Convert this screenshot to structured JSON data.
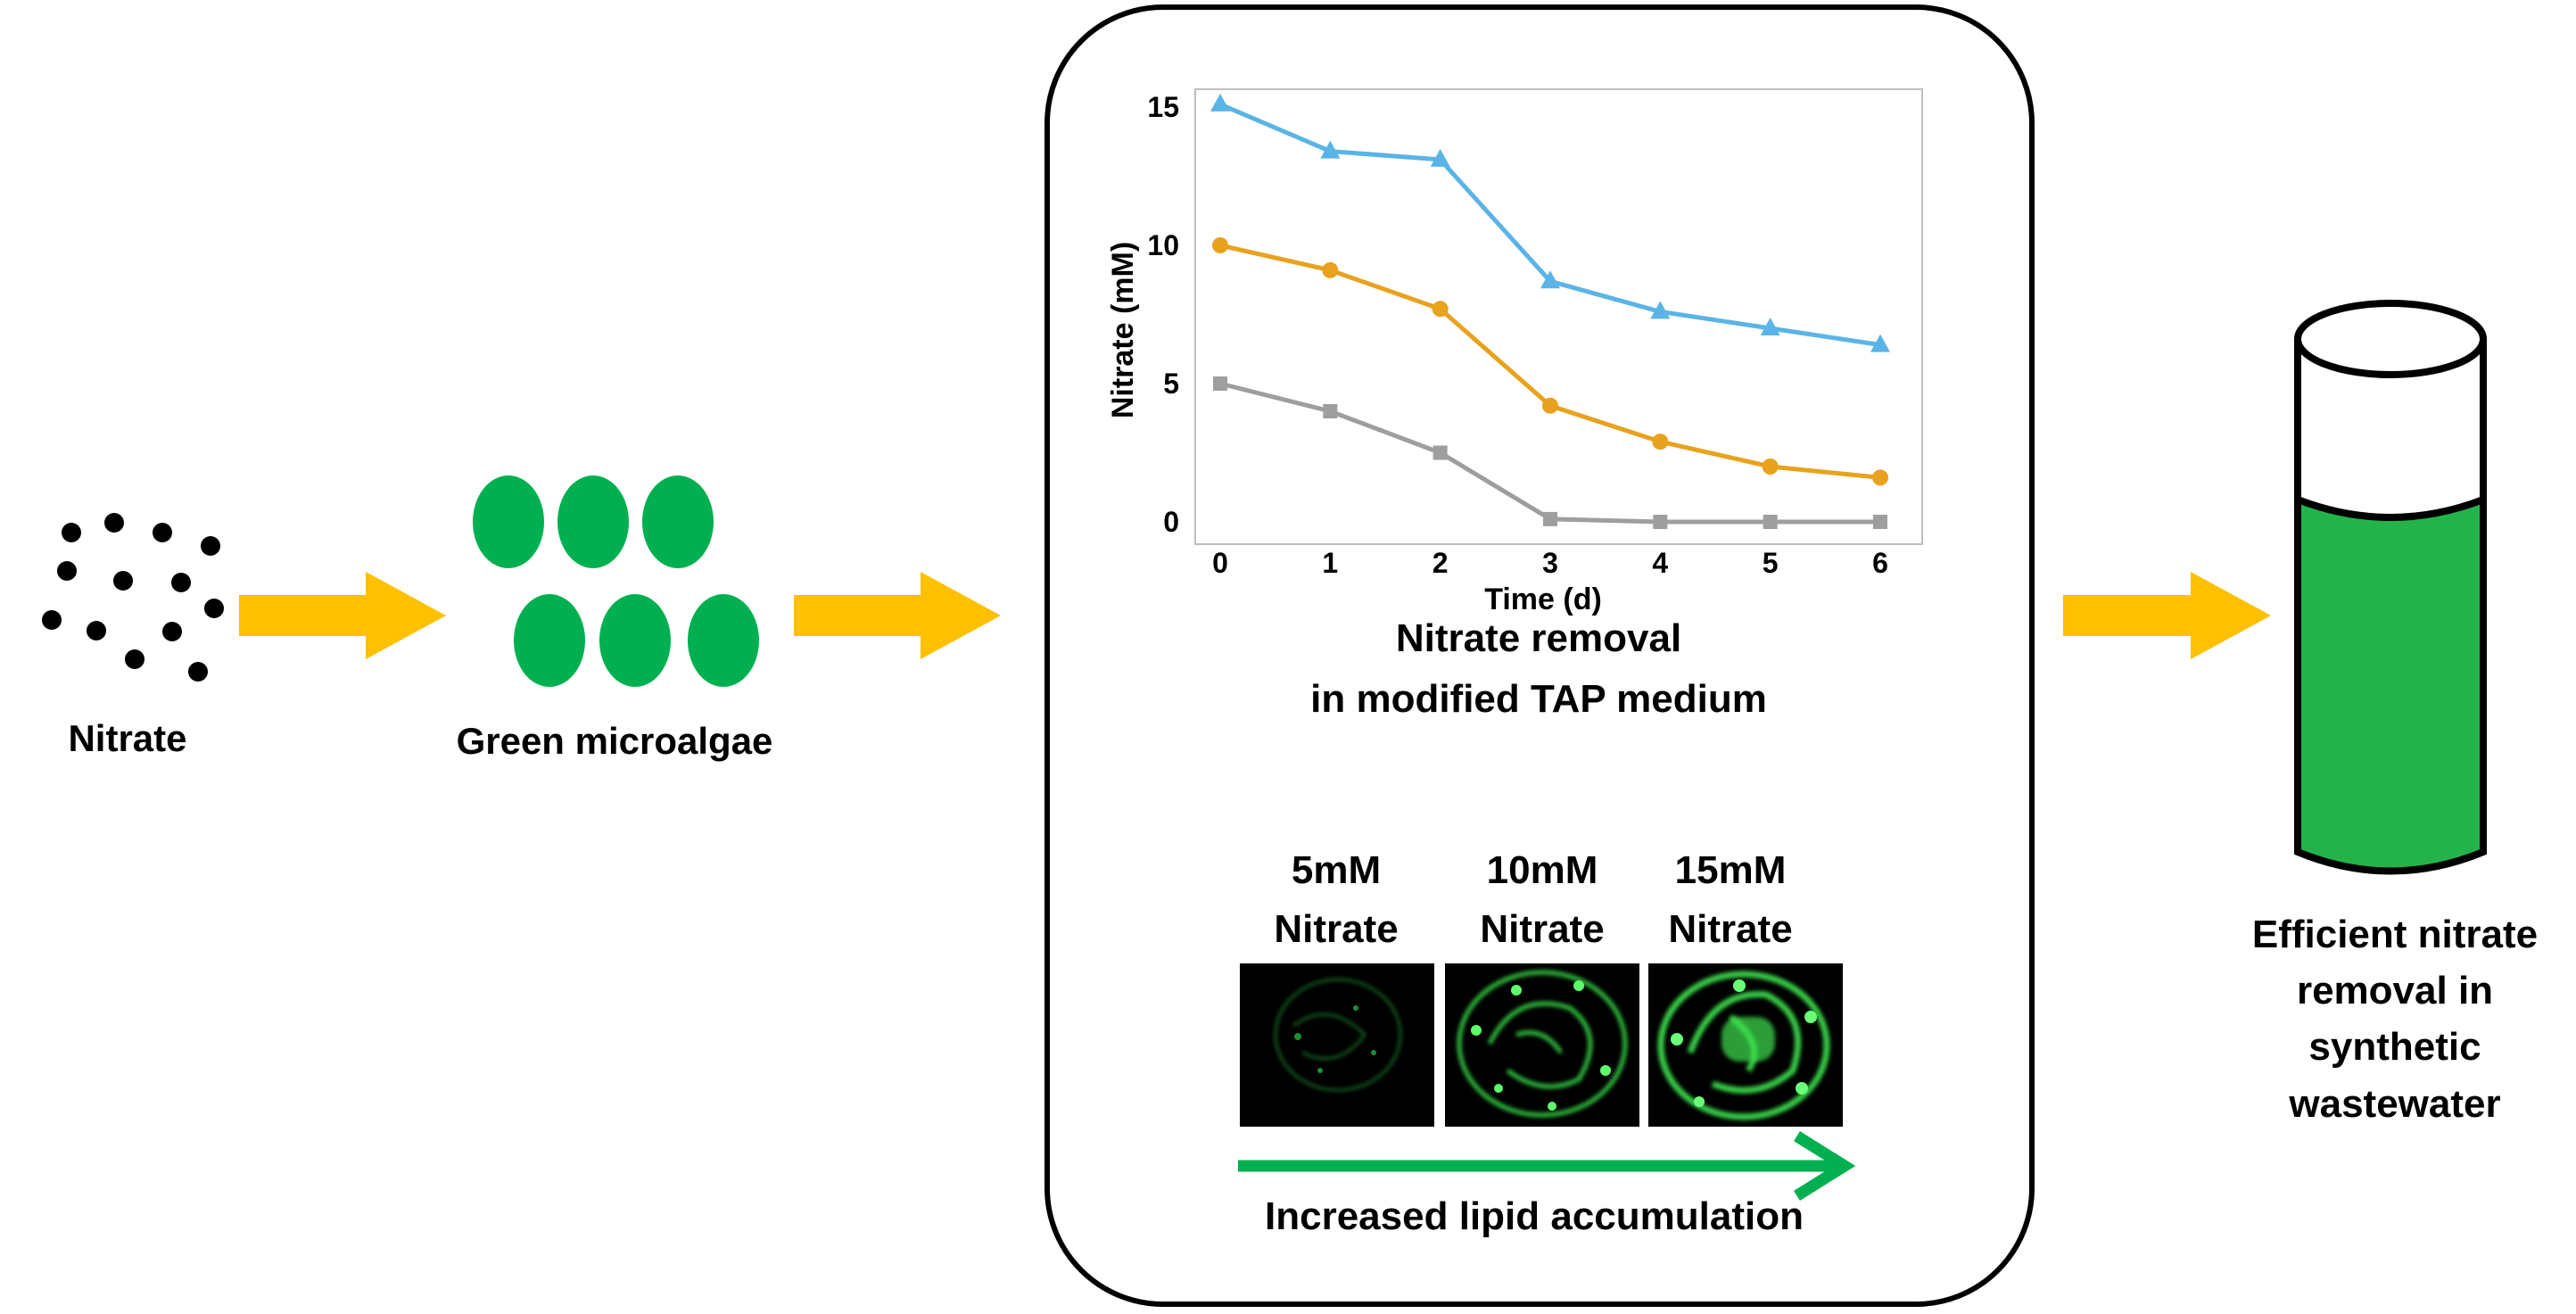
{
  "labels": {
    "nitrate": "Nitrate",
    "microalgae": "Green microalgae",
    "panel_caption_line1": "Nitrate removal",
    "panel_caption_line2": "in modified TAP medium",
    "images_caption": "Increased lipid accumulation",
    "result_line1": "Efficient nitrate",
    "result_line2": "removal in",
    "result_line3": "synthetic",
    "result_line4": "wastewater"
  },
  "micrographs": [
    {
      "label_line1": "5mM",
      "label_line2": "Nitrate"
    },
    {
      "label_line1": "10mM",
      "label_line2": "Nitrate"
    },
    {
      "label_line1": "15mM",
      "label_line2": "Nitrate"
    }
  ],
  "colors": {
    "arrow": "#FFC000",
    "algae": "#00B050",
    "liquid": "#24B34B",
    "series_15mM": "#5AB4E6",
    "series_10mM": "#E8A21E",
    "series_5mM": "#9E9E9E",
    "fluorescence": "#2ECC40"
  },
  "chart_data": {
    "type": "line",
    "xlabel": "Time (d)",
    "ylabel": "Nitrate (mM)",
    "x": [
      0,
      1,
      2,
      3,
      4,
      5,
      6
    ],
    "xlim": [
      0,
      6
    ],
    "ylim": [
      0,
      15
    ],
    "xticks": [
      "0",
      "1",
      "2",
      "3",
      "4",
      "5",
      "6"
    ],
    "yticks": [
      "0",
      "5",
      "10",
      "15"
    ],
    "grid": false,
    "series": [
      {
        "marker": "triangle",
        "color": "#5AB4E6",
        "values": [
          15.1,
          13.4,
          13.1,
          8.7,
          7.6,
          7.0,
          6.4
        ]
      },
      {
        "marker": "circle",
        "color": "#E8A21E",
        "values": [
          10.0,
          9.1,
          7.7,
          4.2,
          2.9,
          2.0,
          1.6
        ]
      },
      {
        "marker": "square",
        "color": "#9E9E9E",
        "values": [
          5.0,
          4.0,
          2.5,
          0.1,
          0.0,
          0.0,
          0.0
        ]
      }
    ]
  }
}
